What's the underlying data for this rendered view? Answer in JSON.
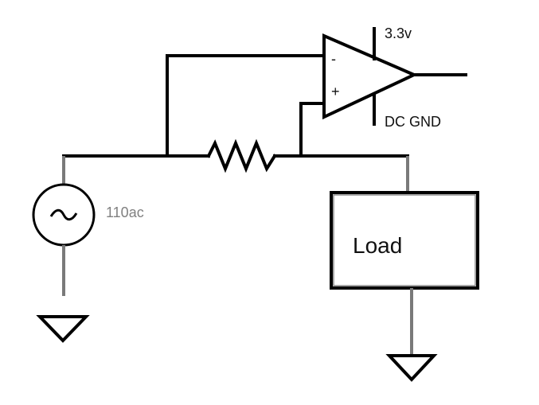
{
  "opamp": {
    "inverting_sign": "-",
    "noninverting_sign": "+",
    "supply_label": "3.3v",
    "ground_label": "DC GND"
  },
  "source": {
    "label": "110ac",
    "symbol": "~"
  },
  "load": {
    "label": "Load"
  },
  "colors": {
    "wire": "#000000",
    "wire_gray": "#7a7a7a",
    "source_label": "#808080"
  }
}
